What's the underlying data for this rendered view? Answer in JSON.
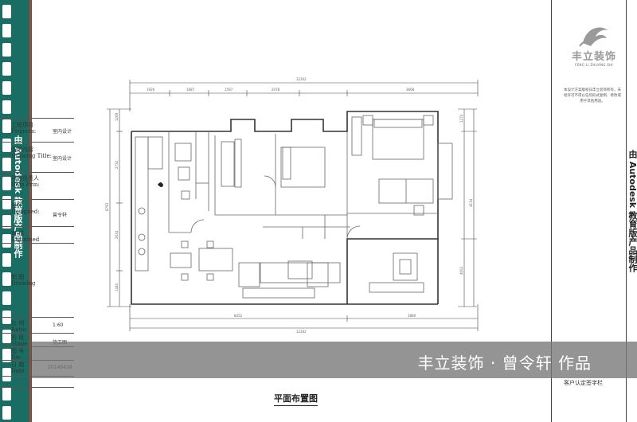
{
  "side_strip": {
    "text": "由 Autodesk 教育版产品制作"
  },
  "right_strip": {
    "text": "由 Autodesk 教育版产品制作"
  },
  "logo": {
    "name": "丰立装饰",
    "subtitle": "FENG LI ZHUANG SHI"
  },
  "title_block": {
    "company_note": "本设计方案版权归丰立装饰所有，未经许可不得以任何形式复制、修改或用于其他用途。",
    "rows": [
      {
        "label_cn": "工程项目",
        "label_en": "Projects:",
        "value": "室内设计"
      },
      {
        "label_cn": "图纸内容",
        "label_en": "Drawing Title:",
        "value": "室内设计"
      },
      {
        "label_cn": "项目负责人",
        "label_en": "Item Prin:",
        "value": ""
      },
      {
        "label_cn": "设计",
        "label_en": "Designed:",
        "value": "曾令轩"
      },
      {
        "label_cn": "审 核",
        "label_en": "Examined",
        "value": ""
      },
      {
        "label_cn": "制 图",
        "label_en": "Drawing",
        "value": ""
      },
      {
        "label_cn": "比 例",
        "label_en": "Ratio",
        "value": "1:60"
      },
      {
        "label_cn": "阶 段",
        "label_en": "Stage",
        "value": "施工图"
      },
      {
        "label_cn": "图 号",
        "label_en": "Dw",
        "value": ""
      },
      {
        "label_cn": "日 期",
        "label_en": "Date",
        "value": "20140428"
      }
    ],
    "sign_field": "客户认定签字栏"
  },
  "plan": {
    "title": "平面布置图",
    "dimensions_top": [
      "1926",
      "1687",
      "1597",
      "2078",
      "3668"
    ],
    "total_top": "12262",
    "dimensions_bottom": [
      "8452",
      "3880"
    ],
    "total_bottom": "12262",
    "dimensions_left": [
      "1269",
      "2732",
      "2634",
      "1440"
    ],
    "total_left": "8793",
    "dimensions_right": [
      "1274",
      "4134",
      "4002"
    ]
  },
  "watermark": {
    "text": "丰立装饰 · 曾令轩 作品"
  }
}
